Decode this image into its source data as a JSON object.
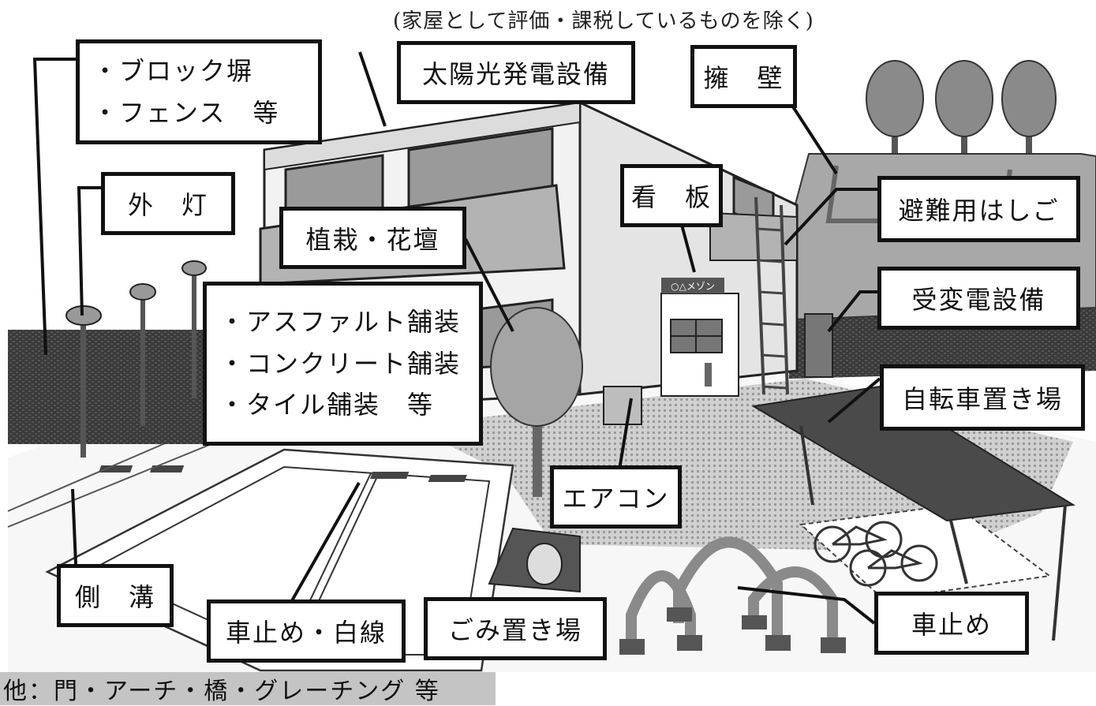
{
  "caption": "(家屋として評価・課税しているものを除く)",
  "labels": {
    "block_wall": [
      "・ブロック塀",
      "・フェンス　等"
    ],
    "solar": "太陽光発電設備",
    "retaining_wall": "擁　壁",
    "outdoor_light": "外　灯",
    "signboard": "看　板",
    "evac_ladder": "避難用はしご",
    "planting": "植栽・花壇",
    "paving": [
      "・アスファルト舗装",
      "・コンクリート舗装",
      "・タイル舗装　等"
    ],
    "substation": "受変電設備",
    "bicycle_parking": "自転車置き場",
    "aircon": "エアコン",
    "gutter": "側　溝",
    "car_stop_lines": "車止め・白線",
    "garbage": "ごみ置き場",
    "car_stop": "車止め"
  },
  "sign_text": "○△メゾン",
  "footer": "他：門・アーチ・橋・グレーチング 等"
}
